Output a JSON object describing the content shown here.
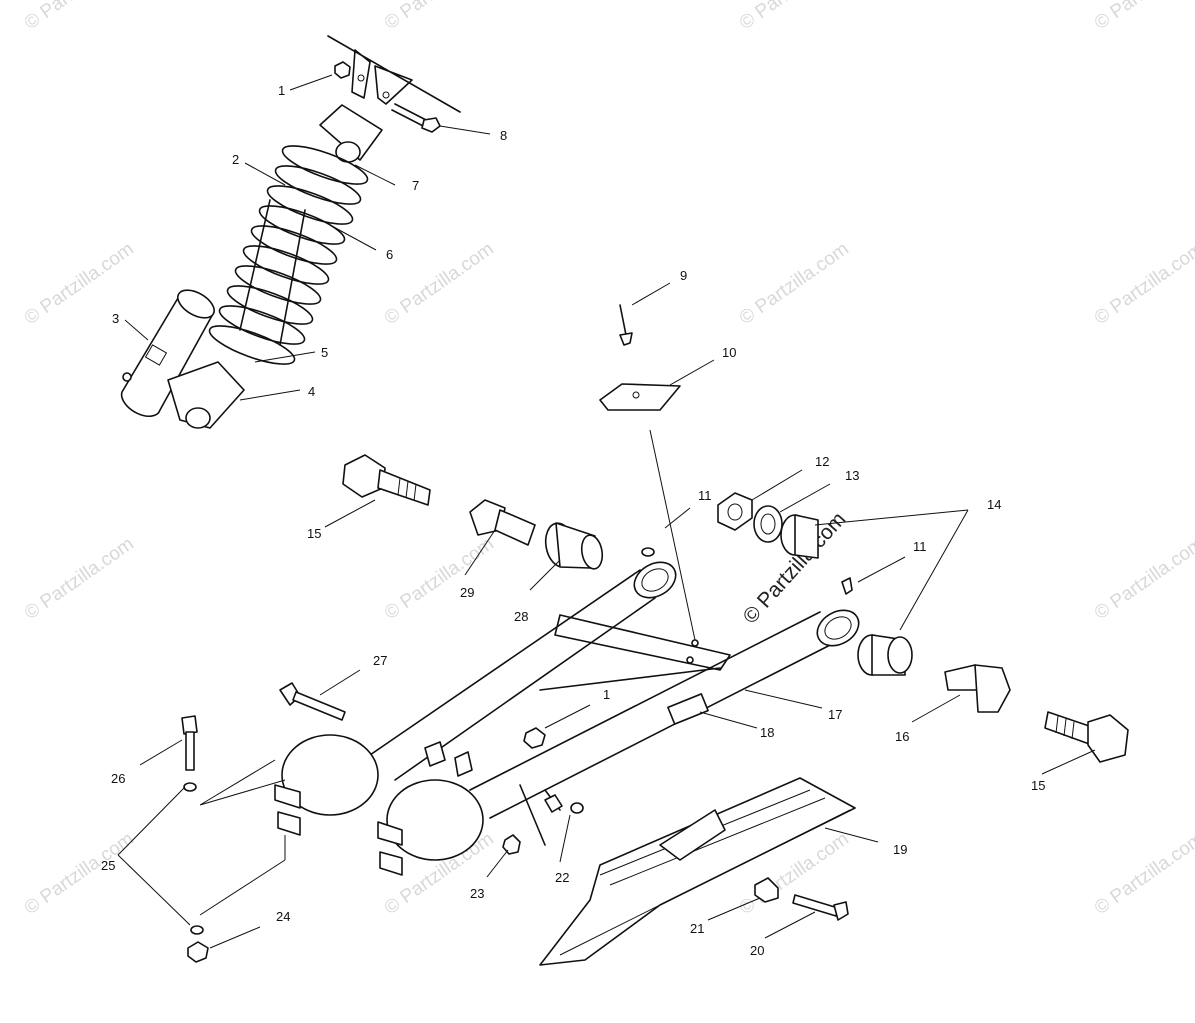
{
  "watermark": {
    "text": "© Partzilla.com",
    "center_text": "© Partzilla.com"
  },
  "callouts": [
    {
      "id": "c1a",
      "label": "1"
    },
    {
      "id": "c2",
      "label": "2"
    },
    {
      "id": "c3",
      "label": "3"
    },
    {
      "id": "c4",
      "label": "4"
    },
    {
      "id": "c5",
      "label": "5"
    },
    {
      "id": "c6",
      "label": "6"
    },
    {
      "id": "c7",
      "label": "7"
    },
    {
      "id": "c8",
      "label": "8"
    },
    {
      "id": "c9",
      "label": "9"
    },
    {
      "id": "c10",
      "label": "10"
    },
    {
      "id": "c11a",
      "label": "11"
    },
    {
      "id": "c11b",
      "label": "11"
    },
    {
      "id": "c12",
      "label": "12"
    },
    {
      "id": "c13",
      "label": "13"
    },
    {
      "id": "c14",
      "label": "14"
    },
    {
      "id": "c15a",
      "label": "15"
    },
    {
      "id": "c15b",
      "label": "15"
    },
    {
      "id": "c16",
      "label": "16"
    },
    {
      "id": "c17",
      "label": "17"
    },
    {
      "id": "c18",
      "label": "18"
    },
    {
      "id": "c19",
      "label": "19"
    },
    {
      "id": "c20",
      "label": "20"
    },
    {
      "id": "c21",
      "label": "21"
    },
    {
      "id": "c22",
      "label": "22"
    },
    {
      "id": "c23",
      "label": "23"
    },
    {
      "id": "c24",
      "label": "24"
    },
    {
      "id": "c25",
      "label": "25"
    },
    {
      "id": "c26",
      "label": "26"
    },
    {
      "id": "c27",
      "label": "27"
    },
    {
      "id": "c28",
      "label": "28"
    },
    {
      "id": "c29",
      "label": "29"
    },
    {
      "id": "c1b",
      "label": "1"
    }
  ]
}
